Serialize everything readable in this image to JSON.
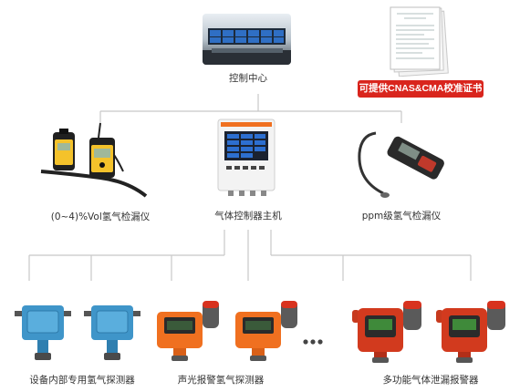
{
  "control_center": {
    "label": "控制中心"
  },
  "certificate": {
    "button_label": "可提供CNAS&CMA校准证书"
  },
  "devices": {
    "portable_vol": {
      "label": "(0~4)%Vol氢气检漏仪"
    },
    "controller_host": {
      "label": "气体控制器主机"
    },
    "ppm_detector": {
      "label": "ppm级氢气检漏仪"
    }
  },
  "detectors": {
    "in_equipment": {
      "label": "设备内部专用氢气探测器"
    },
    "sound_light": {
      "label": "声光报警氢气探测器"
    },
    "multifunction": {
      "label": "多功能气体泄漏报警器"
    }
  },
  "colors": {
    "line": "#c8c8c8",
    "accent_red": "#d9251d",
    "blue_detector": "#3f95c9",
    "orange_detector": "#f07020",
    "red_detector": "#d23a1e"
  }
}
